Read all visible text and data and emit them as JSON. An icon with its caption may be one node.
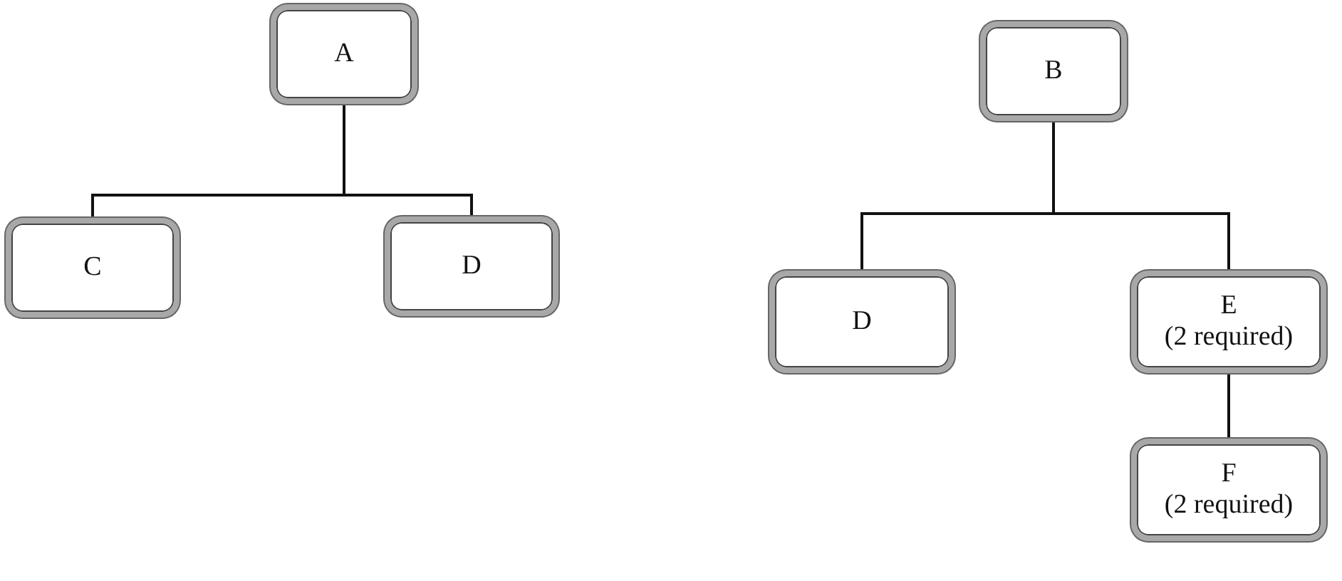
{
  "diagram": {
    "nodes": [
      {
        "text": [
          "A"
        ]
      },
      {
        "text": [
          "C"
        ]
      },
      {
        "text": [
          "D"
        ]
      },
      {
        "text": [
          "B"
        ]
      },
      {
        "text": [
          "D"
        ]
      },
      {
        "text": [
          "E",
          "(2 required)"
        ]
      },
      {
        "text": [
          "F",
          "(2 required)"
        ]
      }
    ],
    "edges": [
      {
        "from": 0,
        "to": 1,
        "arrow": "none"
      },
      {
        "from": 0,
        "to": 2,
        "arrow": "none"
      },
      {
        "from": 3,
        "to": 4,
        "arrow": "none"
      },
      {
        "from": 3,
        "to": 5,
        "arrow": "none"
      },
      {
        "from": 5,
        "to": 6,
        "arrow": "none"
      }
    ]
  }
}
